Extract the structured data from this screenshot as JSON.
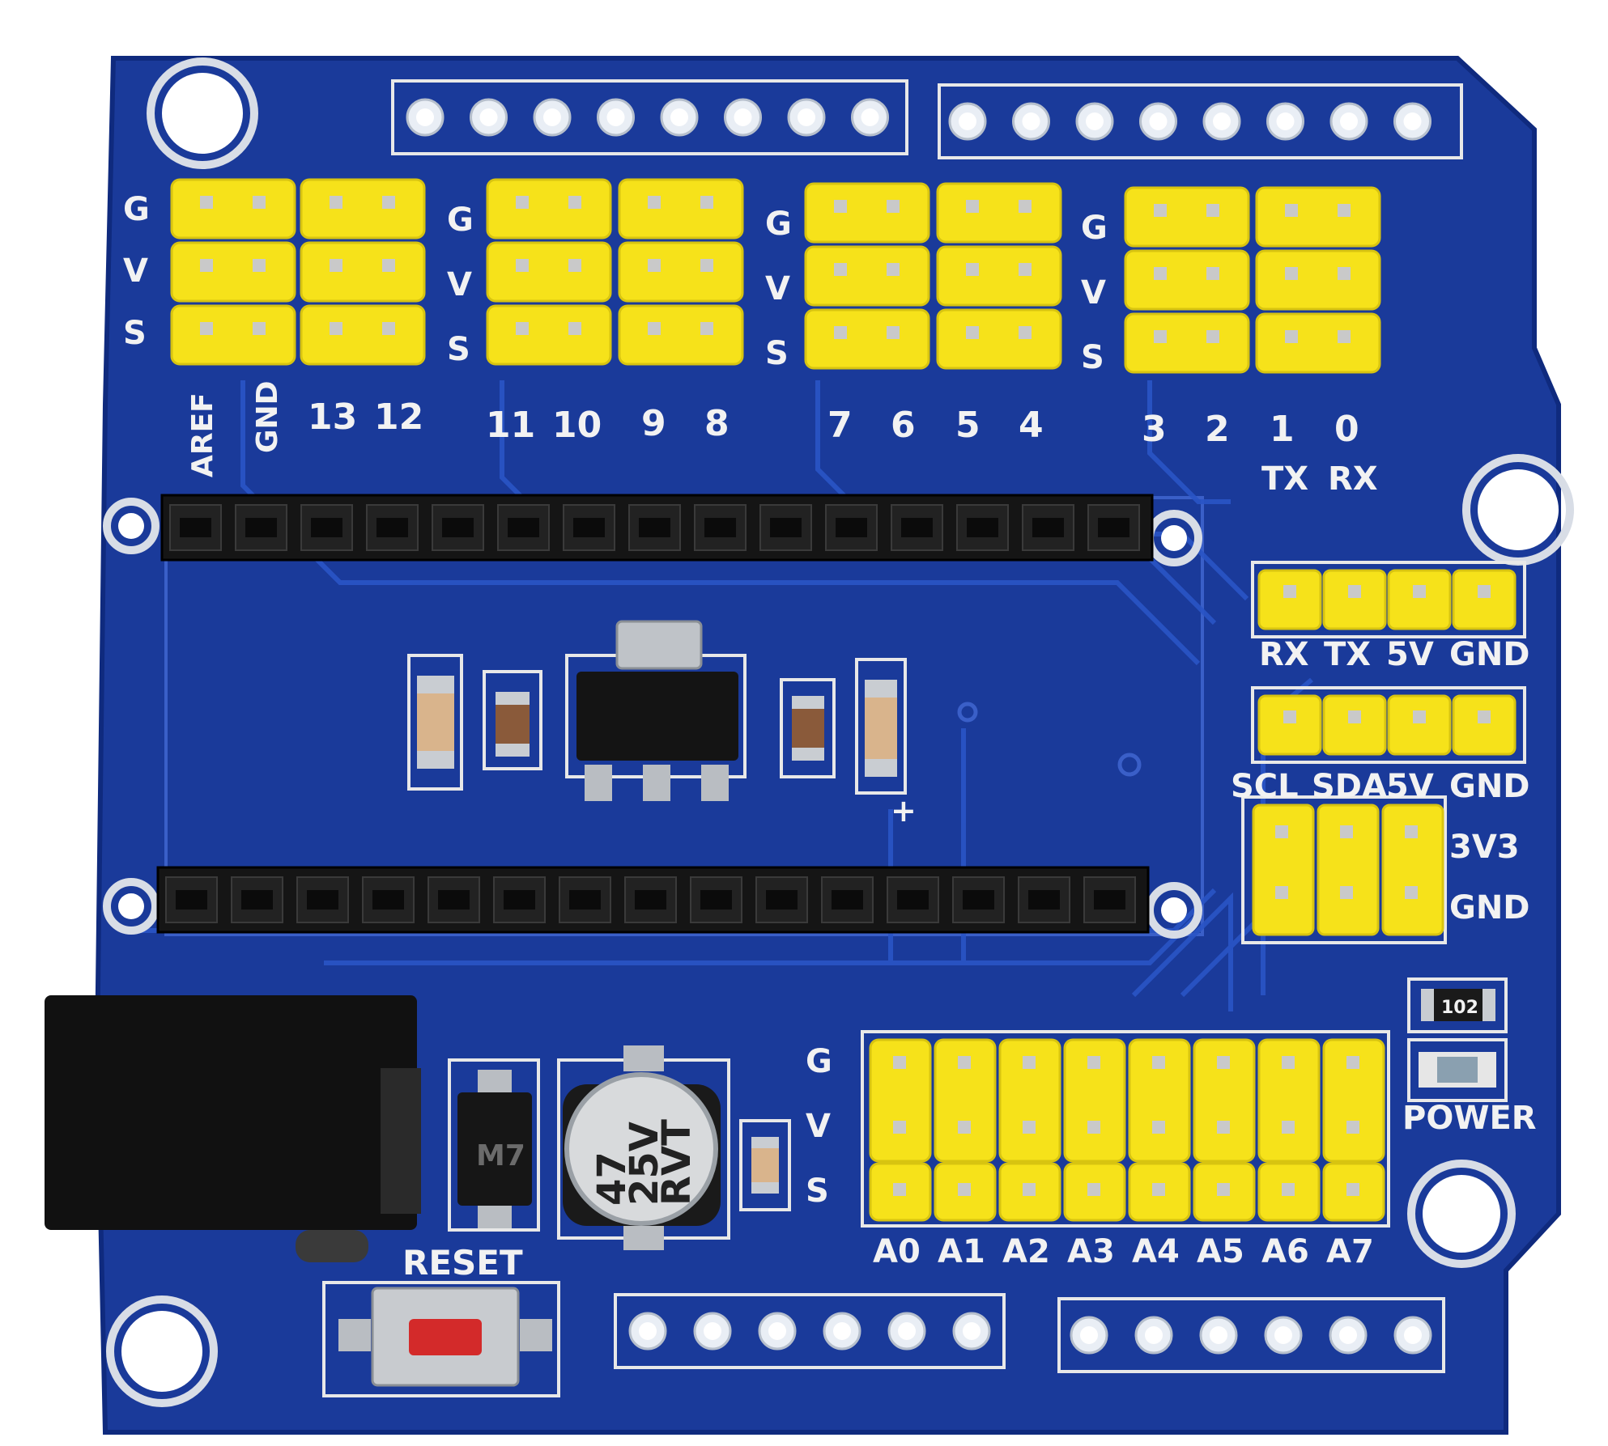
{
  "colors": {
    "pcb": "#1a3a9a",
    "pcb_dark": "#0f2a7e",
    "trace": "#2248b8",
    "silk": "#f2f2f2",
    "header_yellow": "#f6e21a",
    "pin": "#c9c9c9",
    "female_header": "#151515",
    "hole_pad": "#e9eef5"
  },
  "servo_labels": [
    "G",
    "V",
    "S"
  ],
  "digital_pin_labels": [
    "AREF",
    "GND",
    "13",
    "12",
    "11",
    "10",
    "9",
    "8",
    "7",
    "6",
    "5",
    "4",
    "3",
    "2",
    "1",
    "0"
  ],
  "tx_label": "TX",
  "rx_label": "RX",
  "serial_header_labels": [
    "RX",
    "TX",
    "5V",
    "GND"
  ],
  "i2c_header_labels": [
    "SCL",
    "SDA",
    "5V",
    "GND"
  ],
  "power_header_labels": [
    "3V3",
    "GND"
  ],
  "analog_labels": [
    "A0",
    "A1",
    "A2",
    "A3",
    "A4",
    "A5",
    "A6",
    "A7"
  ],
  "analog_row_labels": [
    "G",
    "V",
    "S"
  ],
  "capacitor_label": [
    "47",
    "25V",
    "RVT"
  ],
  "resistor_label": "102",
  "diode_label": "M7",
  "reset_label": "RESET",
  "power_led_label": "POWER",
  "plus_label": "+"
}
